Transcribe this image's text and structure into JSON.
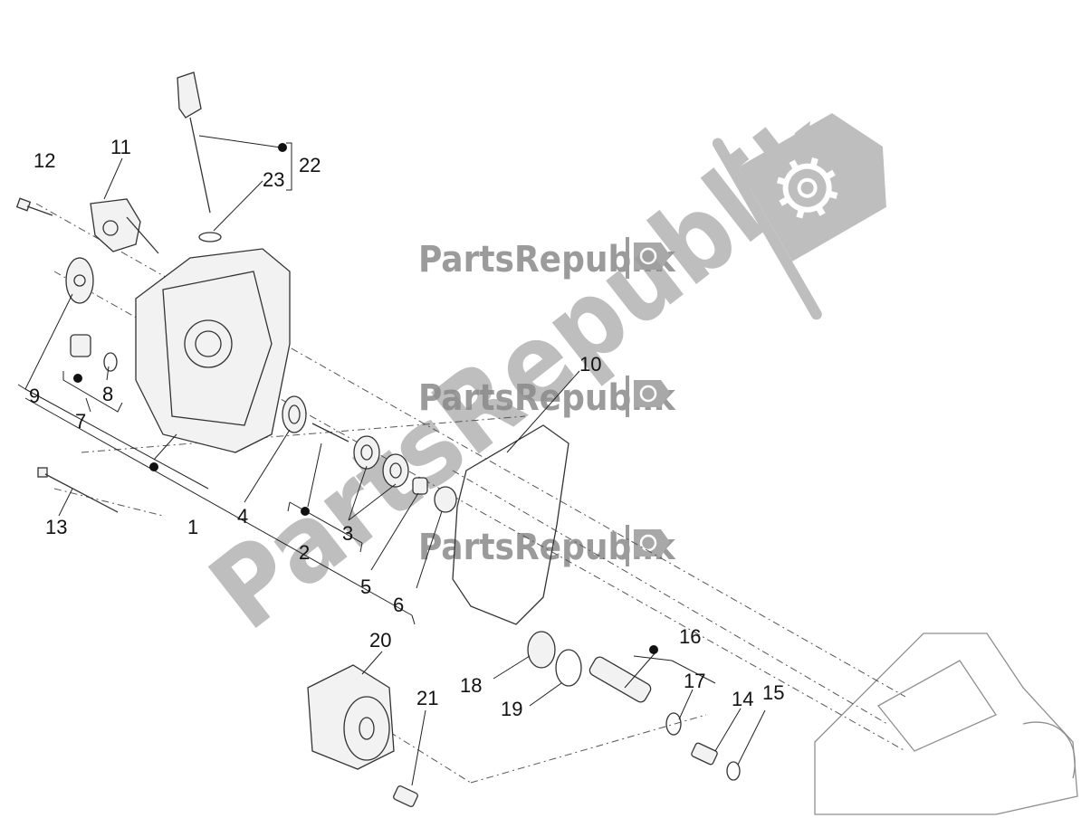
{
  "watermark": {
    "brand": "PartsRepublik",
    "color": "#9a9a9a"
  },
  "callouts": [
    {
      "id": "1",
      "label": "1"
    },
    {
      "id": "2",
      "label": "2"
    },
    {
      "id": "3",
      "label": "3"
    },
    {
      "id": "4",
      "label": "4"
    },
    {
      "id": "5",
      "label": "5"
    },
    {
      "id": "6",
      "label": "6"
    },
    {
      "id": "7",
      "label": "7"
    },
    {
      "id": "8",
      "label": "8"
    },
    {
      "id": "9",
      "label": "9"
    },
    {
      "id": "10",
      "label": "10"
    },
    {
      "id": "11",
      "label": "11"
    },
    {
      "id": "12",
      "label": "12"
    },
    {
      "id": "13",
      "label": "13"
    },
    {
      "id": "14",
      "label": "14"
    },
    {
      "id": "15",
      "label": "15"
    },
    {
      "id": "16",
      "label": "16"
    },
    {
      "id": "17",
      "label": "17"
    },
    {
      "id": "18",
      "label": "18"
    },
    {
      "id": "19",
      "label": "19"
    },
    {
      "id": "20",
      "label": "20"
    },
    {
      "id": "21",
      "label": "21"
    },
    {
      "id": "22",
      "label": "22"
    },
    {
      "id": "23",
      "label": "23"
    }
  ],
  "icons": [
    "gear-icon",
    "flag-icon",
    "bullet-dot-icon"
  ]
}
